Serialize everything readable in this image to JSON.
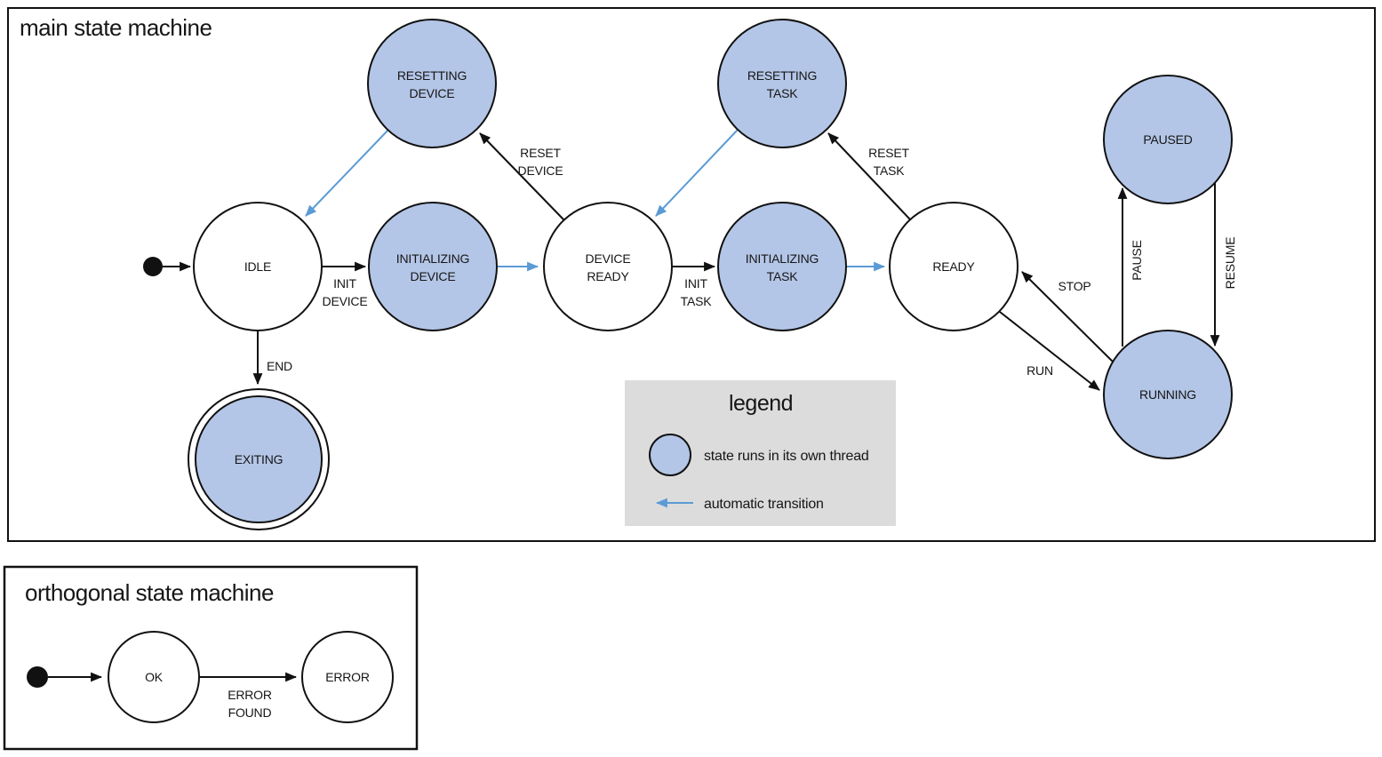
{
  "main": {
    "title": "main state machine",
    "states": {
      "idle": {
        "label": "IDLE"
      },
      "initializing_device": {
        "line1": "INITIALIZING",
        "line2": "DEVICE"
      },
      "resetting_device": {
        "line1": "RESETTING",
        "line2": "DEVICE"
      },
      "device_ready": {
        "line1": "DEVICE",
        "line2": "READY"
      },
      "initializing_task": {
        "line1": "INITIALIZING",
        "line2": "TASK"
      },
      "resetting_task": {
        "line1": "RESETTING",
        "line2": "TASK"
      },
      "ready": {
        "label": "READY"
      },
      "paused": {
        "label": "PAUSED"
      },
      "running": {
        "label": "RUNNING"
      },
      "exiting": {
        "label": "EXITING"
      }
    },
    "transitions": {
      "init_device": {
        "line1": "INIT",
        "line2": "DEVICE"
      },
      "reset_device": {
        "line1": "RESET",
        "line2": "DEVICE"
      },
      "init_task": {
        "line1": "INIT",
        "line2": "TASK"
      },
      "reset_task": {
        "line1": "RESET",
        "line2": "TASK"
      },
      "end": {
        "label": "END"
      },
      "stop": {
        "label": "STOP"
      },
      "run": {
        "label": "RUN"
      },
      "pause": {
        "label": "PAUSE"
      },
      "resume": {
        "label": "RESUME"
      }
    },
    "legend": {
      "title": "legend",
      "thread_label": "state runs in its own thread",
      "auto_label": "automatic transition"
    }
  },
  "ortho": {
    "title": "orthogonal state machine",
    "states": {
      "ok": {
        "label": "OK"
      },
      "error": {
        "label": "ERROR"
      }
    },
    "transitions": {
      "error_found": {
        "line1": "ERROR",
        "line2": "FOUND"
      }
    }
  },
  "colors": {
    "thread_state_fill": "#b4c6e7",
    "automatic_transition": "#5b9bd5",
    "legend_bg": "#dcdcdc"
  }
}
